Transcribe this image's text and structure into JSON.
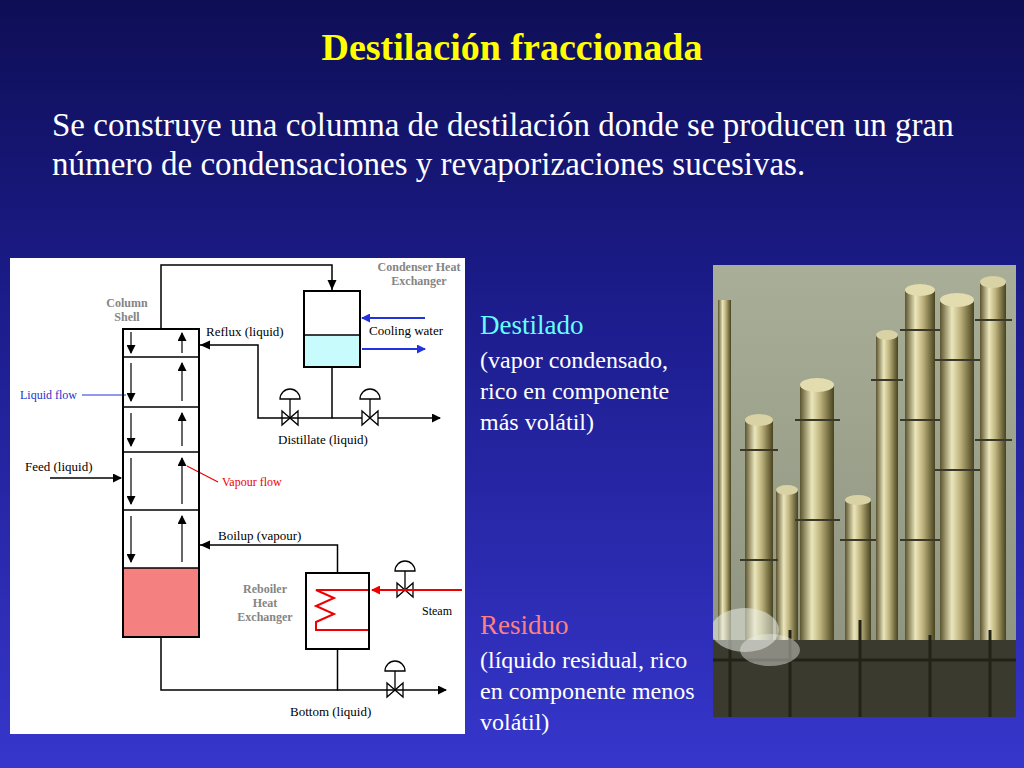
{
  "diagram": {
    "title": "Destilación fraccionada",
    "nodes": [
      {
        "text": [
          "Column Shell"
        ]
      },
      {
        "text": [
          "Condenser Heat Exchanger"
        ]
      },
      {
        "text": [
          "Reboiler Heat Exchanger"
        ]
      }
    ],
    "edges": [
      {
        "from": 0,
        "to": 1,
        "arrow": "to"
      },
      {
        "from": 1,
        "to": 0,
        "label": "Reflux (liquid)",
        "arrow": "to"
      },
      {
        "from": 0,
        "to": 2,
        "arrow": "none"
      },
      {
        "from": 2,
        "to": 0,
        "label": "Boilup (vapour)",
        "arrow": "to"
      }
    ],
    "labels": [
      "Se construye una columna de destilación donde se producen un gran número de condensaciones y revaporizaciones sucesivas.",
      "Cooling water",
      "Liquid flow",
      "Distillate (liquid)",
      "Feed (liquid)",
      "Vapour flow",
      "Steam",
      "Bottom (liquid)",
      "Destilado",
      "(vapor condensado, rico en componente más volátil)",
      "Residuo",
      "(líquido residual, rico en componente menos volátil)"
    ]
  }
}
